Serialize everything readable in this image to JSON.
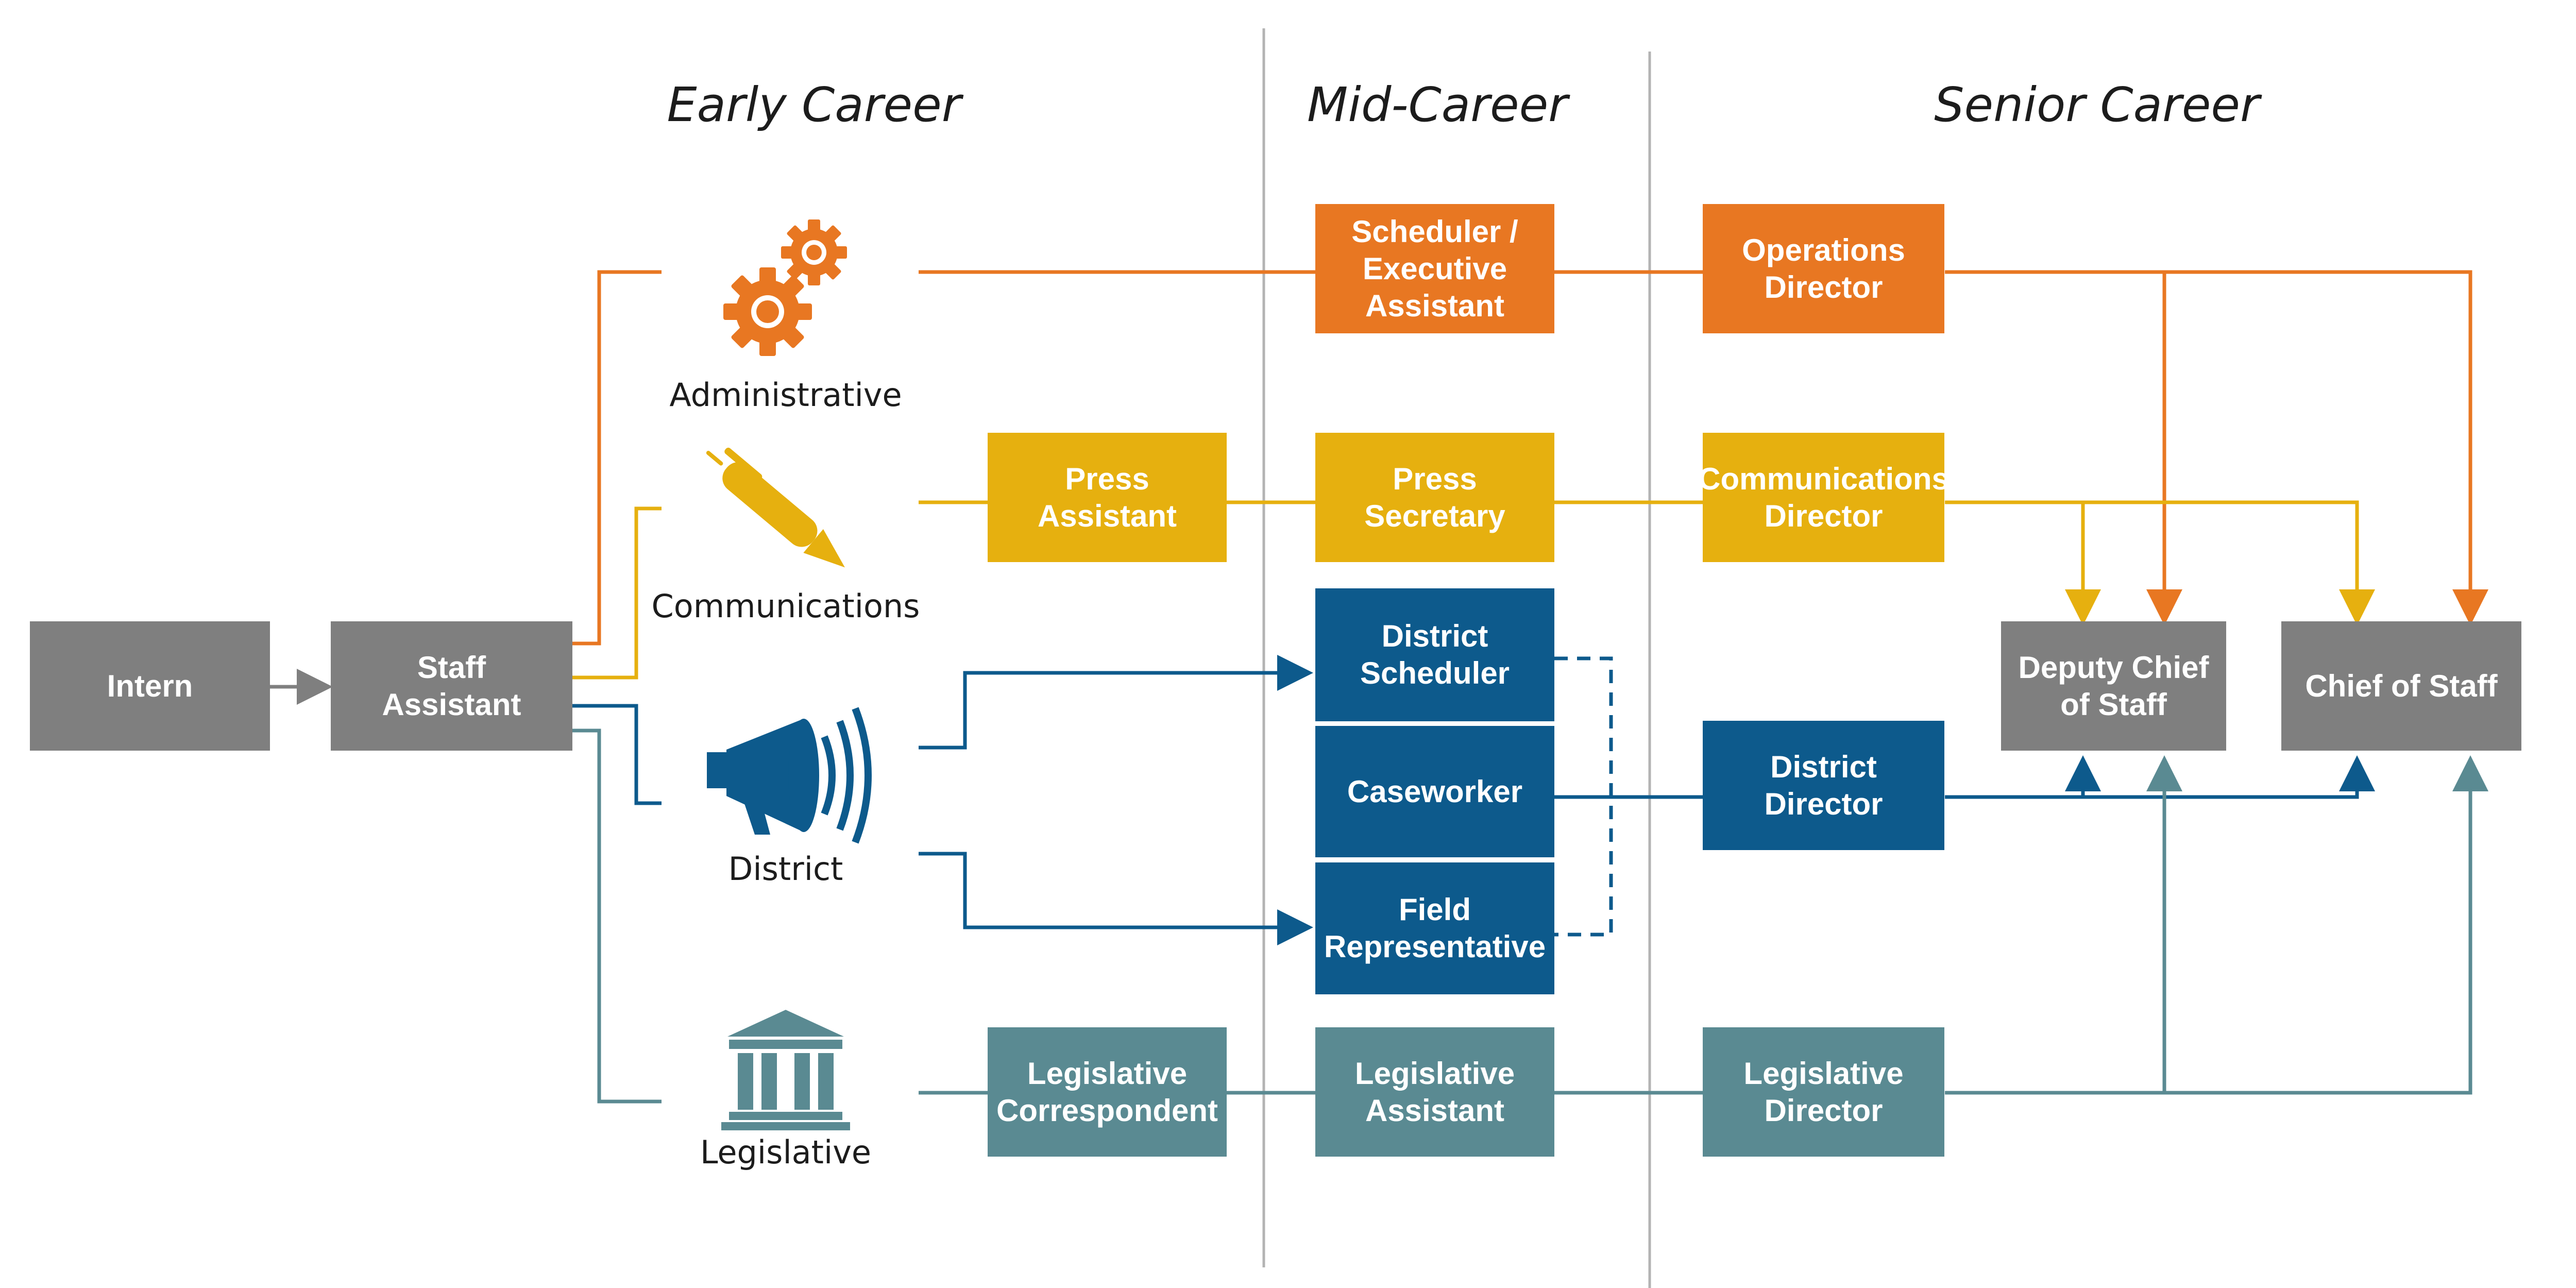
{
  "stages": {
    "early": "Early Career",
    "mid": "Mid-Career",
    "senior": "Senior Career"
  },
  "tracks": {
    "administrative": "Administrative",
    "communications": "Communications",
    "district": "District",
    "legislative": "Legislative"
  },
  "icons": {
    "administrative": "gears-icon",
    "communications": "pen-icon",
    "district": "megaphone-icon",
    "legislative": "capitol-building-icon"
  },
  "roles": {
    "intern": "Intern",
    "staff_assistant": "Staff\nAssistant",
    "scheduler": "Scheduler /\nExecutive\nAssistant",
    "operations_director": "Operations\nDirector",
    "press_assistant": "Press\nAssistant",
    "press_secretary": "Press\nSecretary",
    "communications_director": "Communications\nDirector",
    "district_scheduler": "District\nScheduler",
    "caseworker": "Caseworker",
    "field_representative": "Field\nRepresentative",
    "district_director": "District\nDirector",
    "legislative_correspondent": "Legislative\nCorrespondent",
    "legislative_assistant": "Legislative\nAssistant",
    "legislative_director": "Legislative\nDirector",
    "deputy_chief": "Deputy Chief\nof Staff",
    "chief_of_staff": "Chief of Staff"
  },
  "colors": {
    "gray": "#7f7f7f",
    "administrative": "#e87722",
    "communications": "#e6b00f",
    "district": "#0d5a8c",
    "legislative": "#5a8a92",
    "divider": "#b3b3b3"
  }
}
